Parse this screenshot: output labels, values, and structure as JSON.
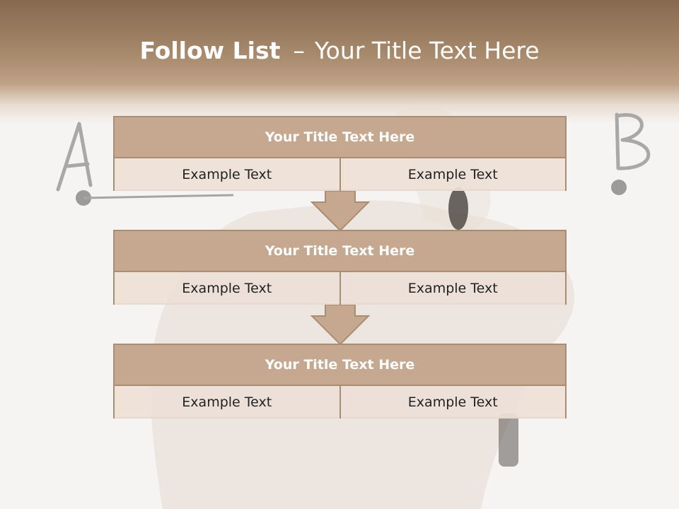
{
  "title": {
    "bold": "Follow List",
    "dash": "–",
    "rest": "Your Title Text Here"
  },
  "background_labels": {
    "a": "A",
    "b": "B"
  },
  "blocks": [
    {
      "heading": "Your Title Text Here",
      "cells": [
        "Example Text",
        "Example Text"
      ]
    },
    {
      "heading": "Your Title Text Here",
      "cells": [
        "Example Text",
        "Example Text"
      ]
    },
    {
      "heading": "Your Title Text Here",
      "cells": [
        "Example Text",
        "Example Text"
      ]
    }
  ],
  "colors": {
    "header_brown": "#85694f",
    "block_head": "#c5a88f",
    "block_cell": "#ede0d7",
    "border": "#a98d72"
  }
}
